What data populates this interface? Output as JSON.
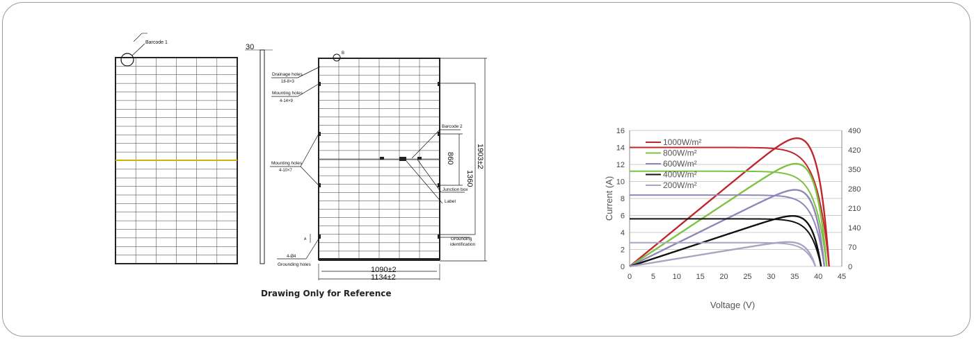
{
  "caption": "Drawing Only for Reference",
  "drawing": {
    "barcode1": "Barcode 1",
    "dim_30": "30",
    "detail_a": "A",
    "detail_b": "B",
    "drainage_holes": "Drainage holes",
    "drainage_holes_spec": "18-8×3",
    "mounting_holes_1": "Mounting holes",
    "mounting_holes_1_spec": "4-14×9",
    "mounting_holes_2": "Mounting holes",
    "mounting_holes_2_spec": "4-10×7",
    "grounding_holes_spec": "4-Ø4",
    "grounding_holes": "Grounding holes",
    "barcode2": "Barcode 2",
    "junction_box": "Junction box",
    "label": "Label",
    "grounding_identification_1": "Grounding",
    "grounding_identification_2": "identification",
    "dim_860": "860",
    "dim_1360": "1360",
    "dim_1903": "1903±2",
    "dim_1090": "1090±2",
    "dim_1134": "1134±2"
  },
  "chart_data": {
    "type": "line",
    "xlabel": "Voltage (V)",
    "ylabel": "Current (A)",
    "xlim": [
      0,
      45
    ],
    "ylim": [
      0,
      16
    ],
    "y2lim": [
      0,
      490
    ],
    "xticks": [
      0,
      5,
      10,
      15,
      20,
      25,
      30,
      35,
      40,
      45
    ],
    "yticks": [
      0,
      2,
      4,
      6,
      8,
      10,
      12,
      14,
      16
    ],
    "y2ticks": [
      0,
      70,
      140,
      210,
      280,
      350,
      420,
      490
    ],
    "grid": "horizontal",
    "legend_position": "top-left",
    "series": [
      {
        "name": "1000W/m²",
        "color": "#c0272d",
        "isc": 14.0,
        "voc": 42.3,
        "vmp": 34.8,
        "imp": 13.3,
        "pmax": 462
      },
      {
        "name": "800W/m²",
        "color": "#7dc243",
        "isc": 11.2,
        "voc": 41.8,
        "vmp": 34.8,
        "imp": 10.6,
        "pmax": 370
      },
      {
        "name": "600W/m²",
        "color": "#8f87b8",
        "isc": 8.4,
        "voc": 41.3,
        "vmp": 34.6,
        "imp": 8.0,
        "pmax": 276
      },
      {
        "name": "400W/m²",
        "color": "#111111",
        "isc": 5.6,
        "voc": 40.6,
        "vmp": 34.4,
        "imp": 5.3,
        "pmax": 182
      },
      {
        "name": "200W/m²",
        "color": "#a8a4c2",
        "isc": 2.8,
        "voc": 39.4,
        "vmp": 34.0,
        "imp": 2.6,
        "pmax": 88
      }
    ]
  }
}
